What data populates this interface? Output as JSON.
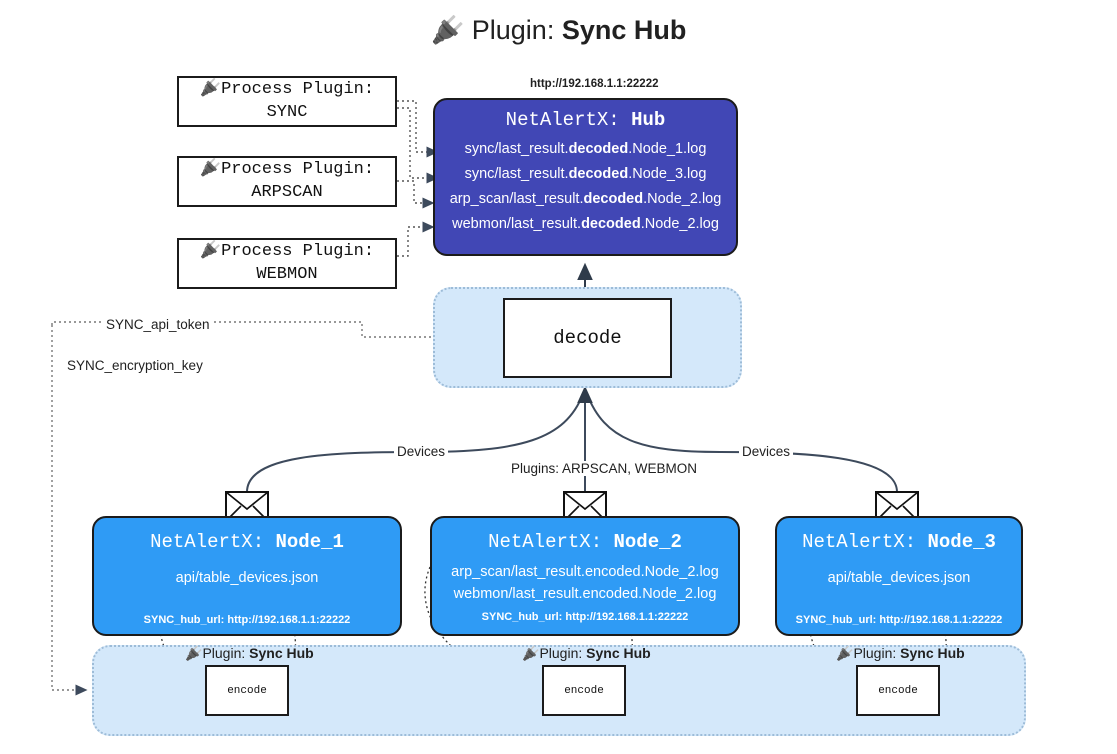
{
  "page": {
    "title_icon": "plug-icon",
    "title_prefix": "Plugin: ",
    "title_name": "Sync Hub"
  },
  "process_plugins": [
    {
      "line1": "Process Plugin:",
      "line2": "SYNC",
      "icon": "plug-icon"
    },
    {
      "line1": "Process Plugin:",
      "line2": "ARPSCAN",
      "icon": "plug-icon"
    },
    {
      "line1": "Process Plugin:",
      "line2": "WEBMON",
      "icon": "plug-icon"
    }
  ],
  "hub": {
    "url_label": "http://192.168.1.1:22222",
    "title_prefix": "NetAlertX: ",
    "title_name": "Hub",
    "lines": [
      {
        "pre": "sync/last_result.",
        "mid": "decoded",
        "post": ".Node_1.log"
      },
      {
        "pre": "sync/last_result.",
        "mid": "decoded",
        "post": ".Node_3.log"
      },
      {
        "pre": "arp_scan/last_result.",
        "mid": "decoded",
        "post": ".Node_2.log"
      },
      {
        "pre": "webmon/last_result.",
        "mid": "decoded",
        "post": ".Node_2.log"
      }
    ]
  },
  "decode": {
    "label": "decode"
  },
  "secrets": [
    {
      "label": "SYNC_api_token"
    },
    {
      "label": "SYNC_encryption_key"
    }
  ],
  "edge_labels": {
    "devices_left": "Devices",
    "devices_right": "Devices",
    "plugins_center": "Plugins: ARPSCAN, WEBMON"
  },
  "nodes": [
    {
      "title_prefix": "NetAlertX: ",
      "title_name": "Node_1",
      "icon": "envelope-icon",
      "lines": [
        "api/table_devices.json"
      ],
      "url": "SYNC_hub_url: http://192.168.1.1:22222"
    },
    {
      "title_prefix": "NetAlertX: ",
      "title_name": "Node_2",
      "icon": "envelope-icon",
      "lines": [
        "arp_scan/last_result.encoded.Node_2.log",
        "webmon/last_result.encoded.Node_2.log"
      ],
      "url": "SYNC_hub_url: http://192.168.1.1:22222"
    },
    {
      "title_prefix": "NetAlertX: ",
      "title_name": "Node_3",
      "icon": "envelope-icon",
      "lines": [
        "api/table_devices.json"
      ],
      "url": "SYNC_hub_url: http://192.168.1.1:22222"
    }
  ],
  "encoders": [
    {
      "caption_icon": "plug-icon",
      "caption_prefix": "Plugin: ",
      "caption_name": "Sync Hub",
      "label": "encode"
    },
    {
      "caption_icon": "plug-icon",
      "caption_prefix": "Plugin: ",
      "caption_name": "Sync Hub",
      "label": "encode"
    },
    {
      "caption_icon": "plug-icon",
      "caption_prefix": "Plugin: ",
      "caption_name": "Sync Hub",
      "label": "encode"
    }
  ],
  "colors": {
    "hub_fill": "#4147b5",
    "node_fill": "#2f9bf5",
    "pipe_fill": "#d4e8fa",
    "stroke": "#1b1b1b",
    "arrow": "#3d4a5c"
  }
}
